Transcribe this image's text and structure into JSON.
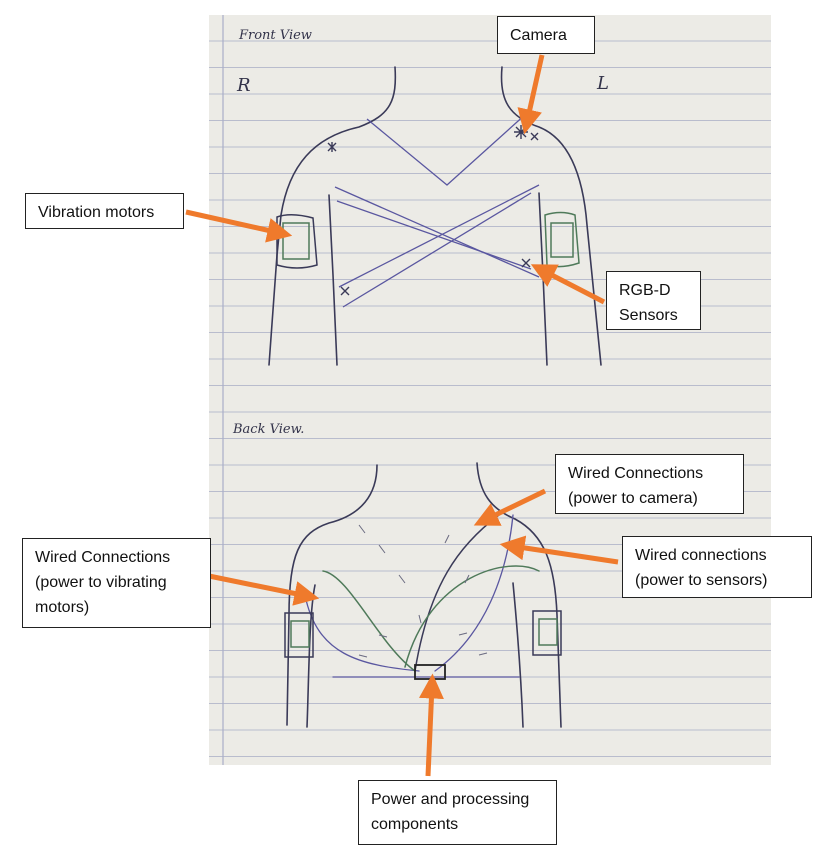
{
  "sketch": {
    "front_view_label": "Front View",
    "right_label": "R",
    "left_label": "L",
    "back_view_label": "Back View."
  },
  "callouts": {
    "camera": "Camera",
    "vibration_motors": "Vibration motors",
    "rgbd_sensors_line1": "RGB-D",
    "rgbd_sensors_line2": "Sensors",
    "wired_camera_line1": "Wired Connections",
    "wired_camera_line2": "(power to camera)",
    "wired_motors_line1": "Wired Connections",
    "wired_motors_line2": "(power to vibrating",
    "wired_motors_line3": "motors)",
    "wired_sensors_line1": "Wired connections",
    "wired_sensors_line2": "(power to sensors)",
    "power_line1": "Power and processing",
    "power_line2": "components"
  },
  "colors": {
    "paper": "#ecebe6",
    "ruled_line": "#b9bccd",
    "margin_line": "#a9aec8",
    "pencil": "#3a3a58",
    "harness": "#5a57a0",
    "motor_green": "#4f7a5a",
    "arrow": "#ef7a2c"
  }
}
